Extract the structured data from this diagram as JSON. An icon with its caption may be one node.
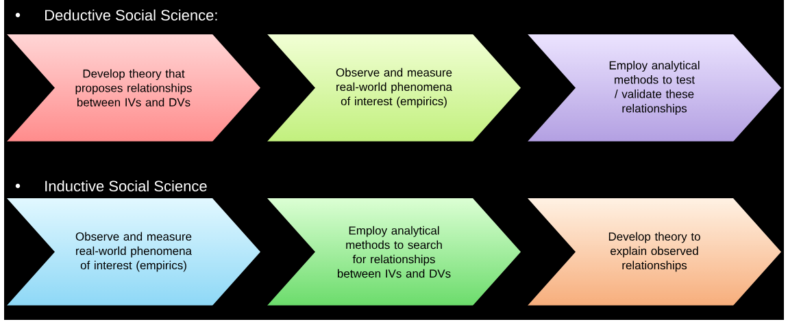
{
  "diagram": {
    "nodes": [
      {
        "text": [
          "Develop theory that proposes relationships between IVs and DVs"
        ]
      },
      {
        "text": [
          "Observe and measure real-world phenomena of interest (empirics)"
        ]
      },
      {
        "text": [
          "Employ analytical methods to test / validate these relationships"
        ]
      },
      {
        "text": [
          "Observe and measure real-world phenomena of interest (empirics)"
        ]
      },
      {
        "text": [
          "Employ analytical methods to search for relationships between IVs and DVs"
        ]
      },
      {
        "text": [
          "Develop theory to explain observed relationships"
        ]
      }
    ],
    "labels": [
      "Deductive Social Science:",
      "Inductive Social Science"
    ]
  }
}
